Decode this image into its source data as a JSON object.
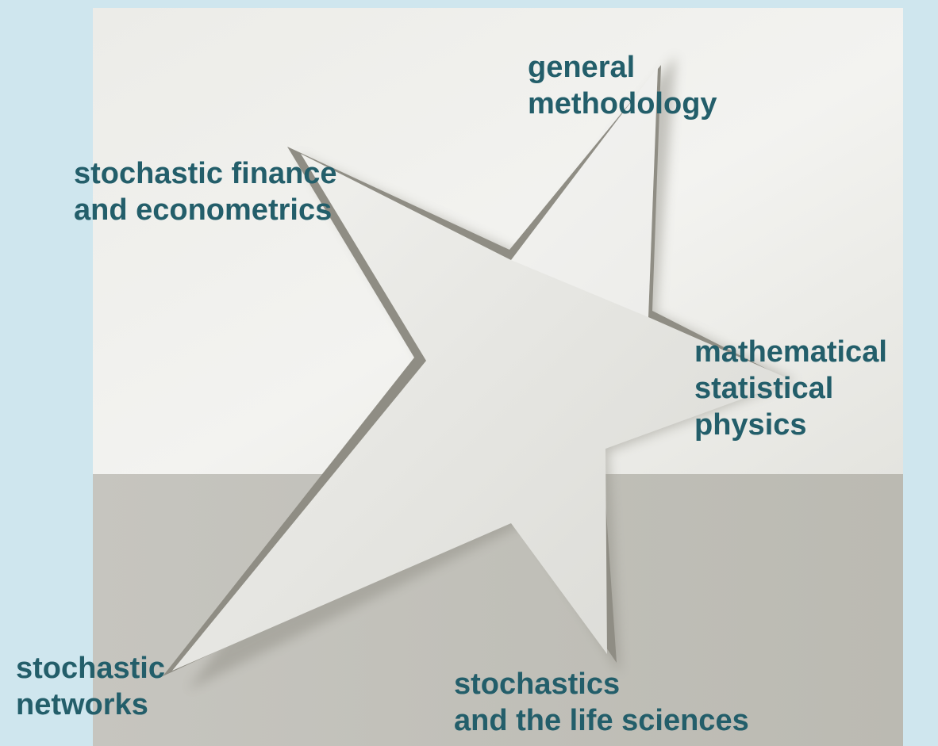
{
  "colors": {
    "page_background": "#cfe6ee",
    "label_text": "#235e6a",
    "wall_light": "#efefeb",
    "floor_gray": "#bdbcb5",
    "star_face": "#e9e9e5",
    "star_edge": "#8d8b82"
  },
  "illustration": {
    "icon": "star-icon",
    "description_label": ""
  },
  "labels": {
    "general_methodology": [
      "general",
      "methodology"
    ],
    "stochastic_finance": [
      "stochastic finance",
      "and econometrics"
    ],
    "mathematical_physics": [
      "mathematical",
      "statistical",
      "physics"
    ],
    "stochastic_networks": [
      "stochastic",
      "networks"
    ],
    "life_sciences": [
      "stochastics",
      "and the life sciences"
    ]
  }
}
